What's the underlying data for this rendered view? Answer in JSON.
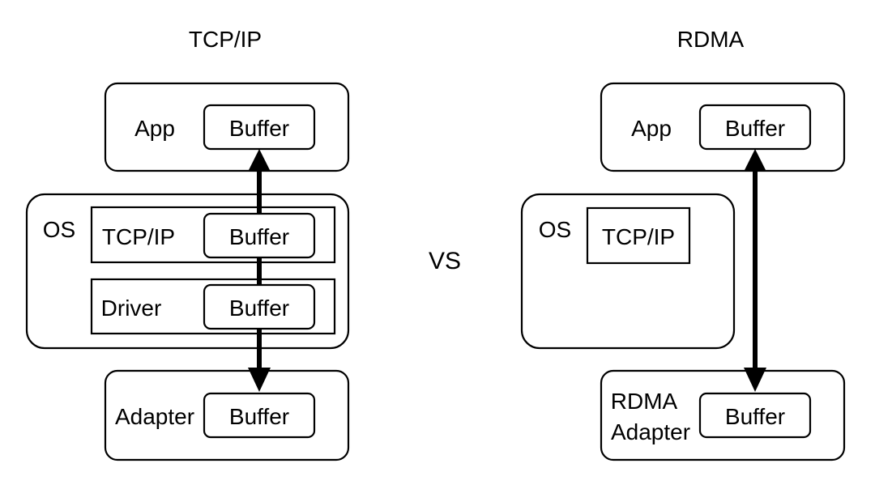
{
  "titles": {
    "left": "TCP/IP",
    "right": "RDMA",
    "vs": "VS"
  },
  "tcp": {
    "app_label": "App",
    "app_buffer": "Buffer",
    "os_label": "OS",
    "tcpip_label": "TCP/IP",
    "tcpip_buffer": "Buffer",
    "driver_label": "Driver",
    "driver_buffer": "Buffer",
    "adapter_label": "Adapter",
    "adapter_buffer": "Buffer"
  },
  "rdma": {
    "app_label": "App",
    "app_buffer": "Buffer",
    "os_label": "OS",
    "tcpip_label": "TCP/IP",
    "adapter_label_line1": "RDMA",
    "adapter_label_line2": "Adapter",
    "adapter_buffer": "Buffer"
  },
  "colors": {
    "stroke": "#000000",
    "background": "#ffffff"
  }
}
